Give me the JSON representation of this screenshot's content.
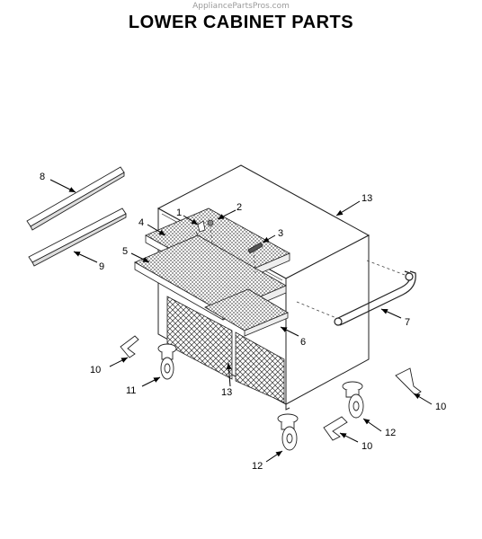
{
  "watermark": "AppliancePartsPros.com",
  "title": "LOWER CABINET PARTS",
  "callouts": {
    "c1": "1",
    "c2": "2",
    "c3": "3",
    "c4": "4",
    "c5": "5",
    "c6": "6",
    "c7": "7",
    "c8": "8",
    "c9": "9",
    "c10a": "10",
    "c10b": "10",
    "c10c": "10",
    "c11": "11",
    "c12a": "12",
    "c12b": "12",
    "c13a": "13",
    "c13b": "13"
  }
}
